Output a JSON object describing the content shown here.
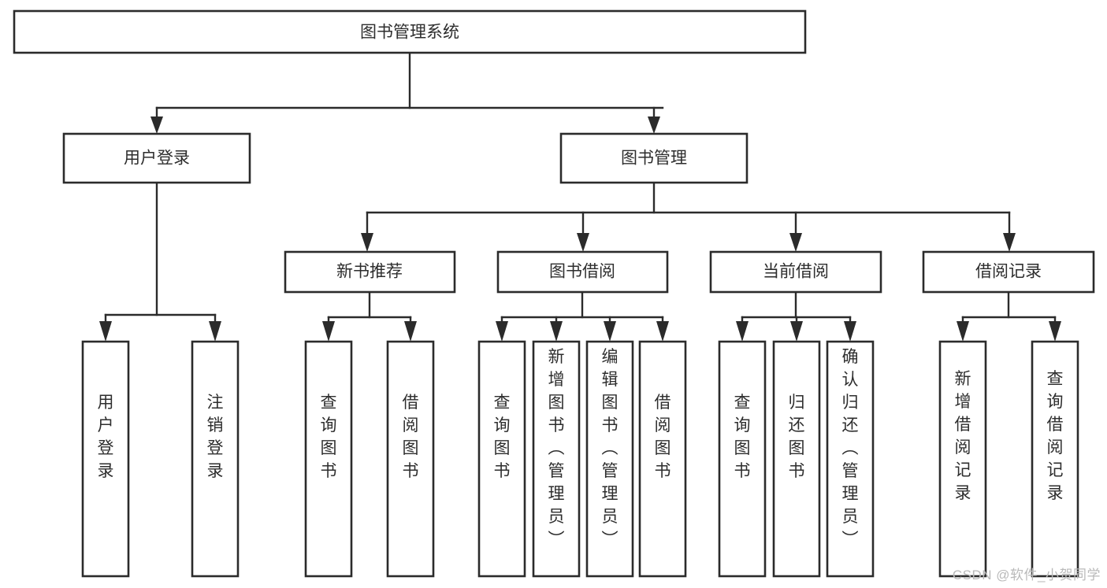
{
  "diagram": {
    "type": "tree",
    "title": "图书管理系统",
    "watermark": "CSDN @软件_小贺同学",
    "colors": {
      "stroke": "#2b2b2b",
      "fill": "#ffffff",
      "text": "#2d2d2d",
      "watermark": "#b9b9b9"
    },
    "levels": {
      "root": {
        "label": "图书管理系统"
      },
      "level2": [
        {
          "label": "用户登录"
        },
        {
          "label": "图书管理"
        }
      ],
      "level3": [
        {
          "label": "新书推荐"
        },
        {
          "label": "图书借阅"
        },
        {
          "label": "当前借阅"
        },
        {
          "label": "借阅记录"
        }
      ],
      "leaves": {
        "user_login": [
          {
            "label": "用户登录"
          },
          {
            "label": "注销登录"
          }
        ],
        "new_book": [
          {
            "label": "查询图书"
          },
          {
            "label": "借阅图书"
          }
        ],
        "book_borrow": [
          {
            "label": "查询图书"
          },
          {
            "label": "新增图书（管理员）"
          },
          {
            "label": "编辑图书（管理员）"
          },
          {
            "label": "借阅图书"
          }
        ],
        "current_borrow": [
          {
            "label": "查询图书"
          },
          {
            "label": "归还图书"
          },
          {
            "label": "确认归还（管理员）"
          }
        ],
        "borrow_record": [
          {
            "label": "新增借阅记录"
          },
          {
            "label": "查询借阅记录"
          }
        ]
      }
    }
  }
}
